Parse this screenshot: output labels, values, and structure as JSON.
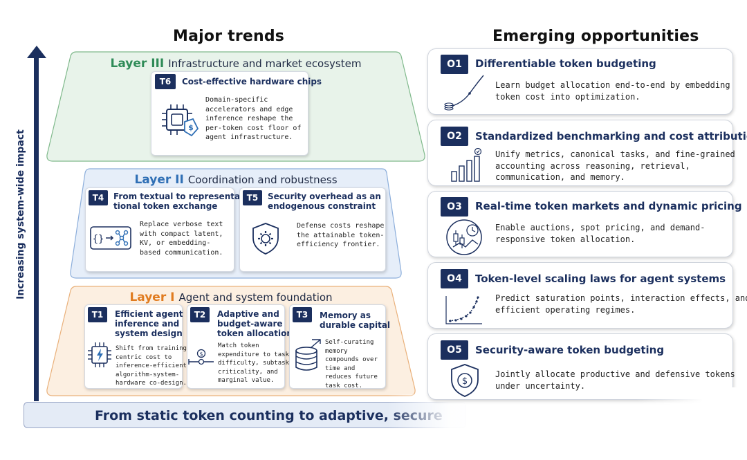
{
  "headings": {
    "left": "Major trends",
    "right": "Emerging opportunities",
    "axis": "Increasing system-wide impact"
  },
  "layers": [
    {
      "num": "Layer III",
      "name": "Infrastructure and market ecosystem",
      "color": "#2e8b57",
      "fill": "#e8f3ea",
      "stroke": "#7fb98b"
    },
    {
      "num": "Layer II",
      "name": "Coordination and robustness",
      "color": "#2f6fb5",
      "fill": "#e6eef9",
      "stroke": "#8caedb"
    },
    {
      "num": "Layer I",
      "name": "Agent and system foundation",
      "color": "#e07b1f",
      "fill": "#fcefe1",
      "stroke": "#e9b07a"
    }
  ],
  "trends": {
    "t6": {
      "badge": "T6",
      "title": "Cost-effective hardware chips",
      "desc": "Domain-specific\naccelerators and edge\ninference reshape the\nper-token cost floor of\nagent infrastructure.",
      "icon": "chip-with-price-tag-icon"
    },
    "t4": {
      "badge": "T4",
      "title": "From textual to representa-\ntional token exchange",
      "desc": "Replace verbose text\nwith compact latent,\nKV, or embedding-\nbased communication.",
      "icon": "code-braces-to-network-icon"
    },
    "t5": {
      "badge": "T5",
      "title": "Security overhead as an\nendogenous constraint",
      "desc": "Defense costs reshape\nthe attainable token-\nefficiency frontier.",
      "icon": "shield-gear-icon"
    },
    "t1": {
      "badge": "T1",
      "title": "Efficient agent\ninference and\nsystem design",
      "desc": "Shift from training-\ncentric cost to\ninference-efficient\nalgorithm-system-\nhardware co-design.",
      "icon": "chip-lightning-icon"
    },
    "t2": {
      "badge": "T2",
      "title": "Adaptive and\nbudget-aware\ntoken allocation",
      "desc": "Match token\nexpenditure to task\ndifficulty, subtask\ncriticality, and\nmarginal value.",
      "icon": "dollar-slider-icon"
    },
    "t3": {
      "badge": "T3",
      "title": "Memory as\ndurable capital",
      "desc": "Self-curating\nmemory\ncompounds over\ntime and\nreduces future\ntask cost.",
      "icon": "database-growth-icon"
    }
  },
  "banner": "From static token counting to adaptive, secure",
  "opportunities": [
    {
      "badge": "O1",
      "title": "Differentiable token budgeting",
      "desc": "Learn budget allocation end-to-end by embedding\ntoken cost into optimization.",
      "icon": "curve-with-coins-icon"
    },
    {
      "badge": "O2",
      "title": "Standardized benchmarking and cost attribution",
      "desc": "Unify metrics, canonical tasks, and fine-grained\naccounting across reasoning, retrieval,\ncommunication, and memory.",
      "icon": "bar-chart-check-icon"
    },
    {
      "badge": "O3",
      "title": "Real-time token markets and dynamic pricing",
      "desc": "Enable auctions, spot pricing, and demand-\nresponsive token allocation.",
      "icon": "candlestick-clock-icon"
    },
    {
      "badge": "O4",
      "title": "Token-level scaling laws for agent systems",
      "desc": "Predict saturation points, interaction effects, and\nefficient operating regimes.",
      "icon": "scaling-curve-icon"
    },
    {
      "badge": "O5",
      "title": "Security-aware token budgeting",
      "desc": "Jointly allocate productive and defensive tokens\nunder uncertainty.",
      "icon": "shield-dollar-icon"
    }
  ]
}
